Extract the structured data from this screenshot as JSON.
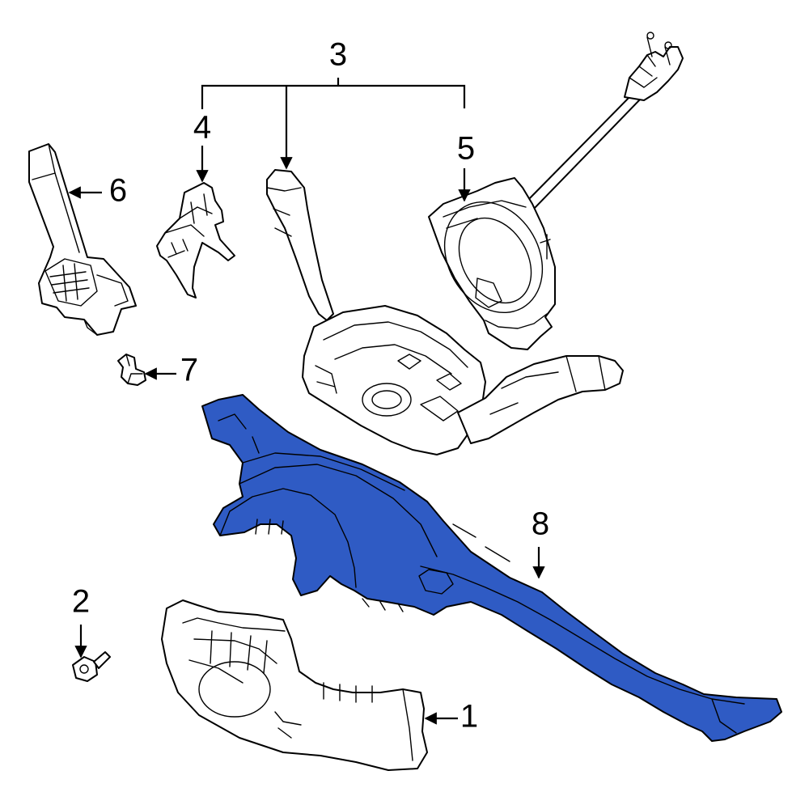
{
  "colors": {
    "background": "#ffffff",
    "line": "#000000",
    "highlight": "#2f5bc4",
    "part_fill": "#ffffff"
  },
  "callouts": [
    {
      "id": "1",
      "label": "1"
    },
    {
      "id": "2",
      "label": "2"
    },
    {
      "id": "3",
      "label": "3"
    },
    {
      "id": "4",
      "label": "4"
    },
    {
      "id": "5",
      "label": "5"
    },
    {
      "id": "6",
      "label": "6"
    },
    {
      "id": "7",
      "label": "7"
    },
    {
      "id": "8",
      "label": "8"
    }
  ]
}
